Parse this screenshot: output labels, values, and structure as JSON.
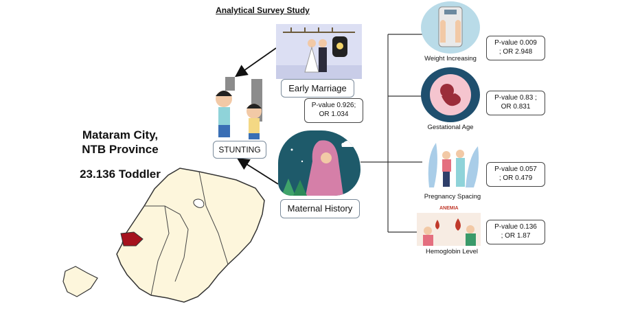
{
  "title": "Analytical Survey Study",
  "location": {
    "line1": "Mataram City,",
    "line2": "NTB Province",
    "population": "23.136 Toddler"
  },
  "center": {
    "outcome": "STUNTING",
    "early_marriage": "Early Marriage",
    "maternal_history": "Maternal History"
  },
  "early_marriage_stats": {
    "line1": "P-value 0.926;",
    "line2": "OR 1.034"
  },
  "factors": [
    {
      "caption": "Weight Increasing",
      "stat1": "P-value 0.009",
      "stat2": "; OR 2.948"
    },
    {
      "caption": "Gestational Age",
      "stat1": "P-value 0.83 ;",
      "stat2": "OR 0.831"
    },
    {
      "caption": "Pregnancy Spacing",
      "stat1": "P-value 0.057",
      "stat2": "; OR 0.479"
    },
    {
      "caption": "Hemoglobin Level",
      "stat1": "P-value 0.136",
      "stat2": "; OR 1.87"
    }
  ],
  "anemia_label": "ANEMIA",
  "colors": {
    "map_fill": "#fdf6dc",
    "map_highlight": "#a5121e",
    "hijab": "#d57fa8",
    "night_bg": "#1e5a6a"
  }
}
